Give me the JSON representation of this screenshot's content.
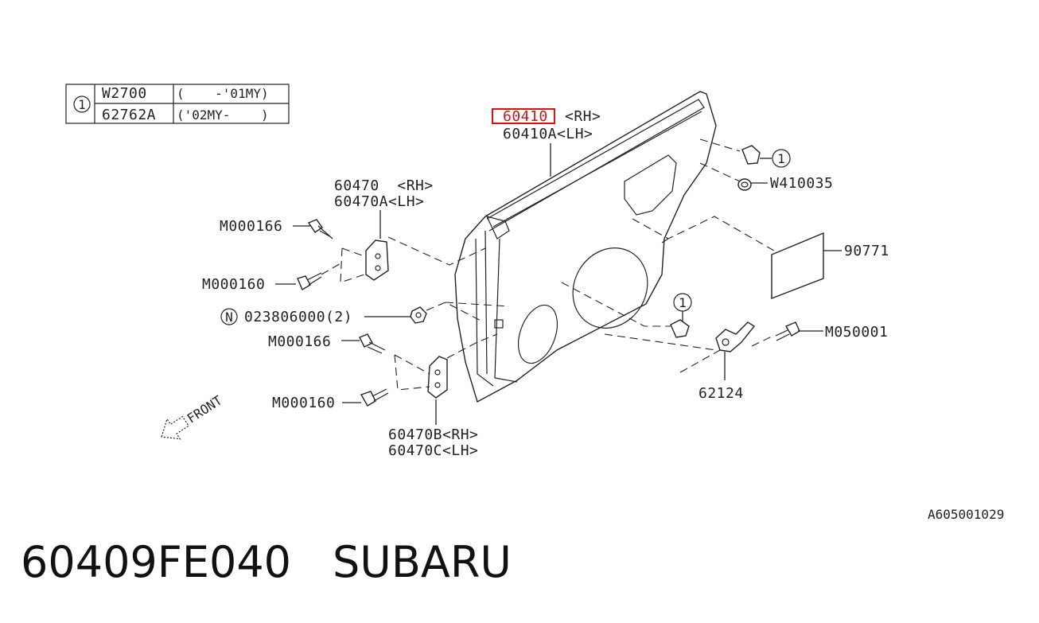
{
  "variant_table": {
    "ref": "1",
    "rows": [
      {
        "part": "W2700",
        "range": "(    -'01MY)"
      },
      {
        "part": "62762A",
        "range": "('02MY-    )"
      }
    ]
  },
  "callouts": {
    "door_panel_rh": "60410",
    "door_panel_rh_side": "<RH>",
    "door_panel_lh": "60410A<LH>",
    "hinge_upper_rh": "60470  <RH>",
    "hinge_upper_lh": "60470A<LH>",
    "bolt_m000166_a": "M000166",
    "bolt_m000160_a": "M000160",
    "nut_note": "N",
    "nut": "023806000(2)",
    "bolt_m000166_b": "M000166",
    "bolt_m000160_b": "M000160",
    "hinge_lower_rh": "60470B<RH>",
    "hinge_lower_lh": "60470C<LH>",
    "ref_top": "1",
    "grommet": "W410035",
    "pad": "90771",
    "ref_mid": "1",
    "bolt_m050001": "M050001",
    "checker": "62124",
    "front_arrow": "FRONT",
    "diagram_id": "A605001029"
  },
  "caption": {
    "part_number": "60409FE040",
    "brand": "SUBARU"
  },
  "colors": {
    "highlight": "#e01010",
    "line": "#222222"
  }
}
